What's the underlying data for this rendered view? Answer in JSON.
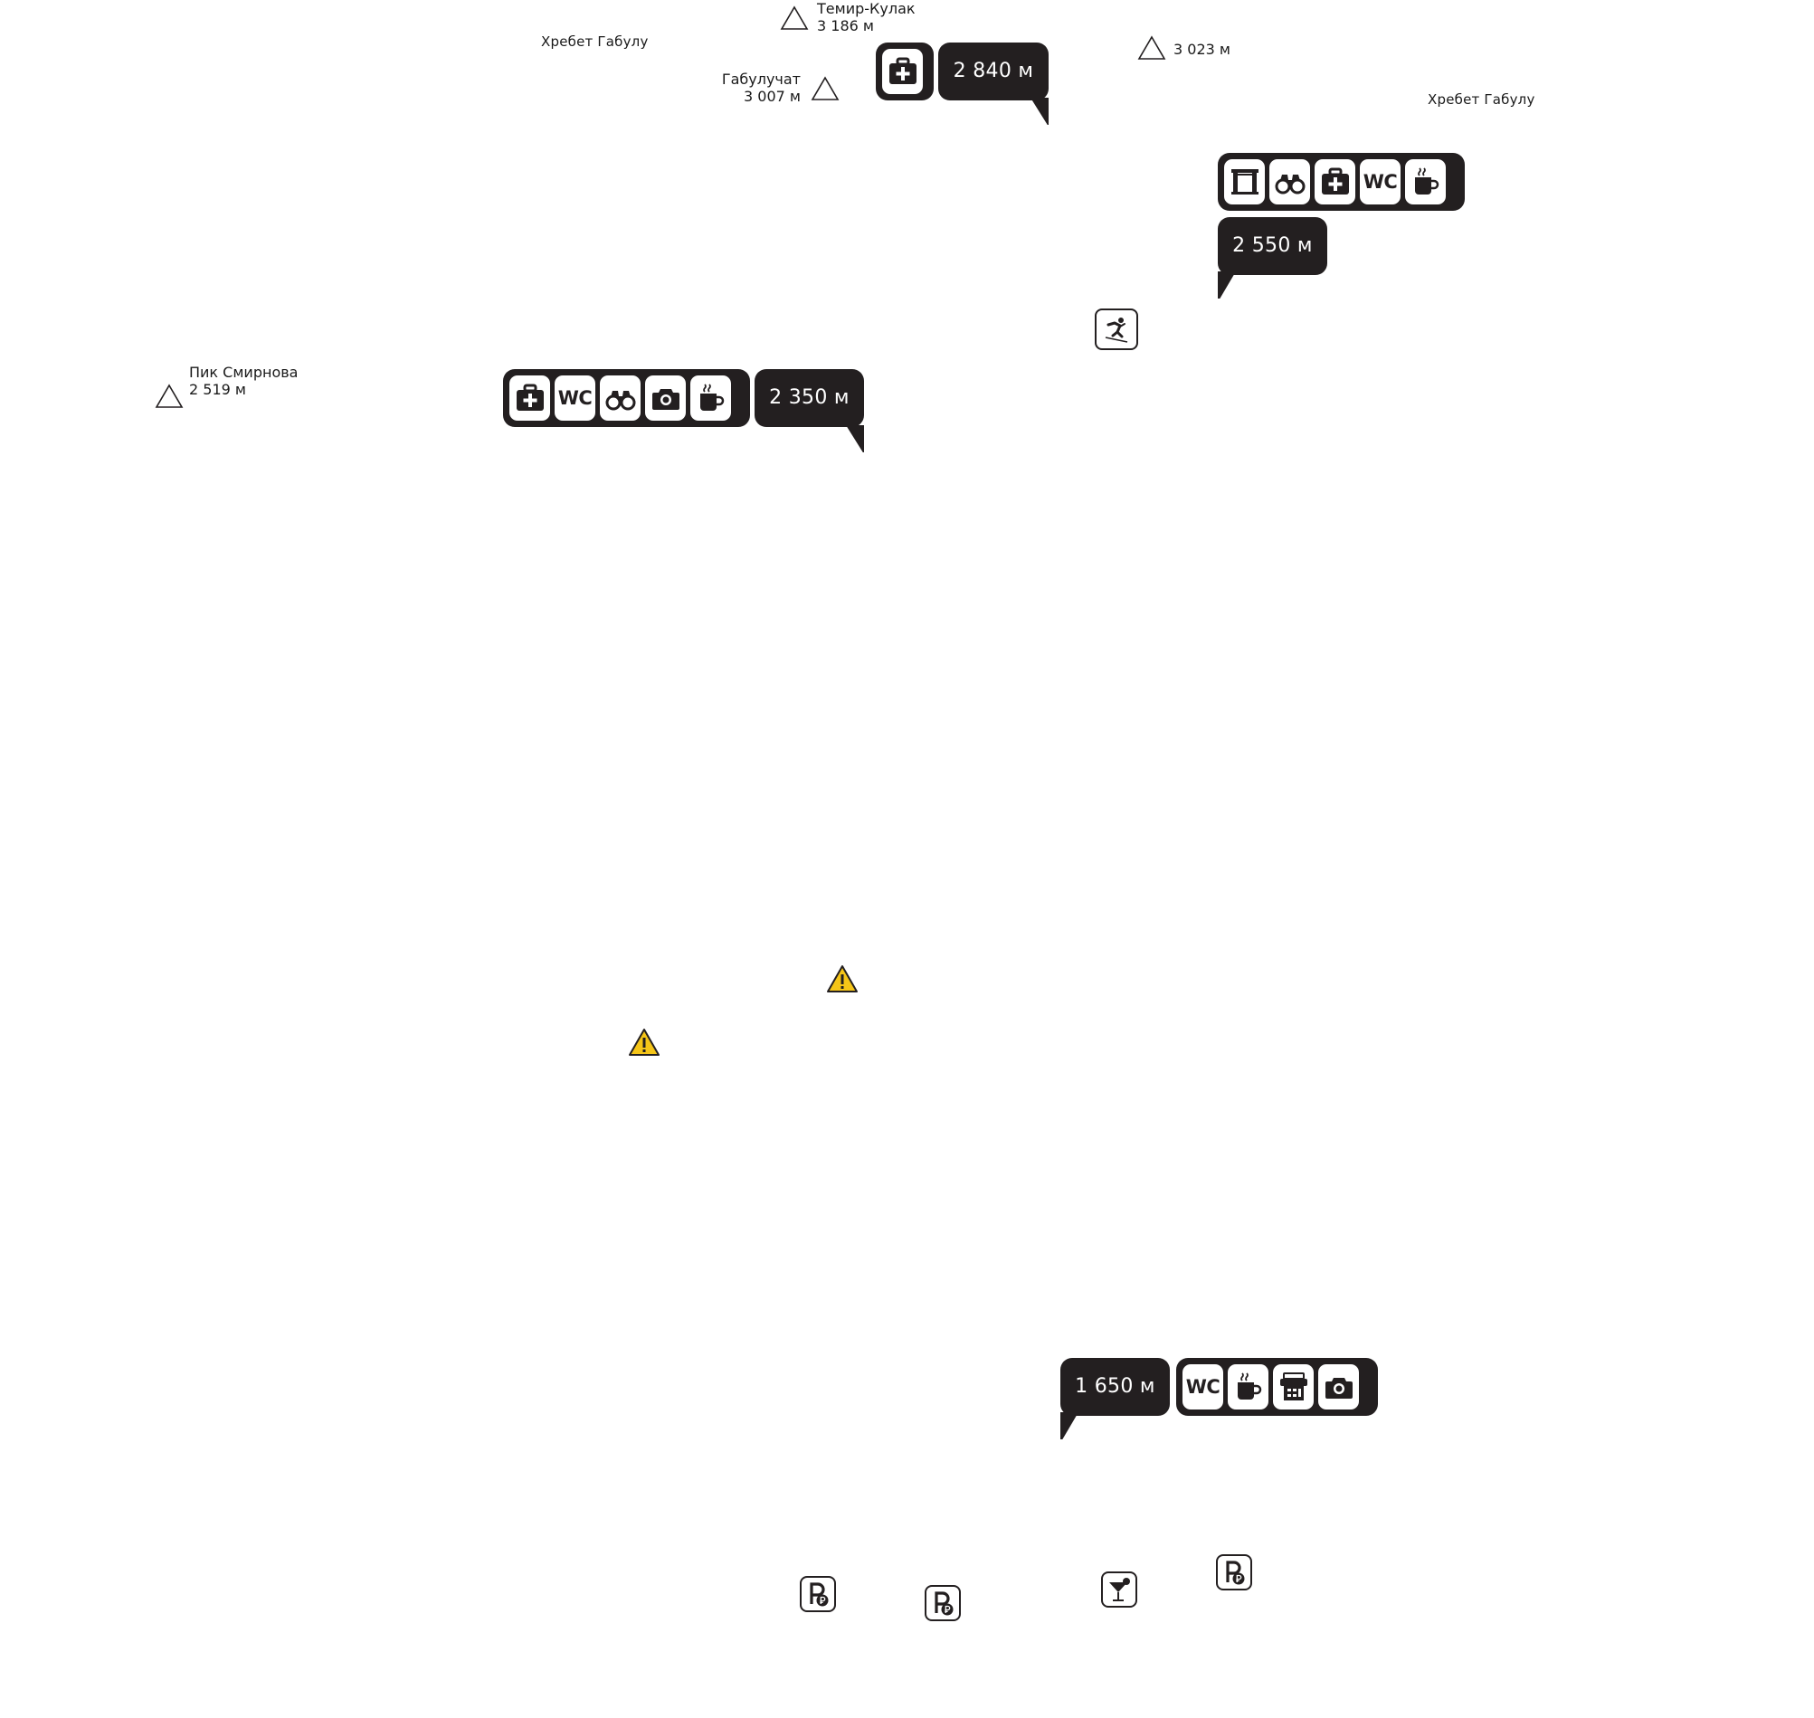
{
  "ridges": [
    "Хребет Габулу",
    "Хребет Габулу"
  ],
  "peaks": {
    "temir_kulak": {
      "name": "Темир-Кулак",
      "elevation": "3 186 м"
    },
    "gabuluchat": {
      "name": "Габулучат",
      "elevation": "3 007 м"
    },
    "unnamed": {
      "elevation": "3 023 м"
    },
    "smirnova": {
      "name": "Пик Смирнова",
      "elevation": "2 519 м"
    }
  },
  "stations": {
    "s2840": {
      "label": "2 840 м",
      "amenities": [
        "first-aid"
      ]
    },
    "s2550": {
      "label": "2 550 м",
      "amenities": [
        "gate",
        "binoculars",
        "first-aid",
        "wc",
        "coffee"
      ]
    },
    "s2350": {
      "label": "2 350 м",
      "amenities": [
        "first-aid",
        "wc",
        "binoculars",
        "camera",
        "coffee"
      ]
    },
    "s1650": {
      "label": "1 650 м",
      "amenities": [
        "wc",
        "coffee",
        "ticket-machine",
        "camera"
      ]
    }
  },
  "amenity_text": {
    "wc": "WC"
  },
  "poi_icons": [
    "skier-fall-icon",
    "warning-icon",
    "warning-icon",
    "parking-icon",
    "parking-icon",
    "parking-icon",
    "cocktail-bar-icon"
  ],
  "colors": {
    "label_bg": "#231f20",
    "label_text": "#ffffff",
    "warning": "#f5c518",
    "outline": "#231f20"
  }
}
